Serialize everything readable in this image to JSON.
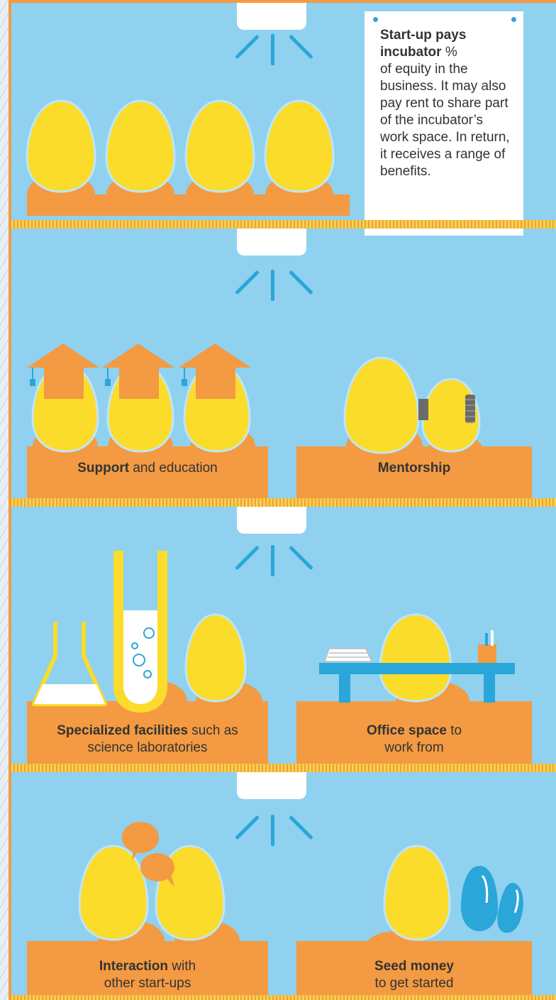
{
  "note": {
    "title_bold": "Start-up pays incubator",
    "title_rest": " %",
    "body": "of equity in the business. It may also pay rent to share part of the incubator’s work space. In return, it receives a range of benefits."
  },
  "benefits": {
    "support": {
      "bold": "Support",
      "rest": " and education"
    },
    "mentorship": {
      "bold": "Mentorship",
      "rest": ""
    },
    "facilities": {
      "bold": "Specialized facilities",
      "rest": " such as",
      "line2": "science laboratories"
    },
    "office": {
      "bold": "Office space",
      "rest": " to",
      "line2": "work from"
    },
    "interaction": {
      "bold": "Interaction",
      "rest": " with",
      "line2": "other start-ups"
    },
    "seed": {
      "bold": "Seed money",
      "line2": "to get started"
    }
  },
  "colors": {
    "background": "#8fd1ef",
    "orange": "#f39a42",
    "egg": "#fbdc2a",
    "blue_accent": "#2aa6d9",
    "shelf_stripe": "#f5d24a",
    "text": "#333333"
  },
  "icons": [
    "lamp-icon",
    "light-ray-icon",
    "egg-icon",
    "graduation-cap-icon",
    "flask-icon",
    "test-tube-icon",
    "desk-icon",
    "pen-holder-icon",
    "speech-bubble-icon",
    "seed-icon"
  ]
}
